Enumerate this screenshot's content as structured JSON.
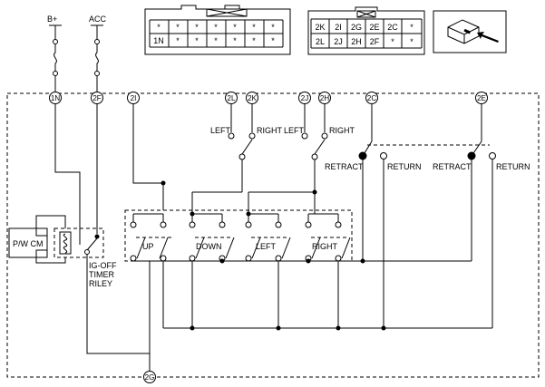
{
  "supplies": {
    "b_plus": "B+",
    "acc": "ACC"
  },
  "pins": {
    "p1N": "1N",
    "p2F": "2F",
    "p2I": "2I",
    "p2L": "2L",
    "p2K": "2K",
    "p2J": "2J",
    "p2H": "2H",
    "p2C": "2C",
    "p2E": "2E",
    "p2G": "2G"
  },
  "labels": {
    "left_a": "LEFT",
    "right_a": "RIGHT",
    "left_b": "LEFT",
    "right_b": "RIGHT",
    "retract_a": "RETRACT",
    "return_a": "RETURN",
    "retract_b": "RETRACT",
    "return_b": "RETURN",
    "up": "UP",
    "down": "DOWN",
    "left_sw": "LEFT",
    "right_sw": "RIGHT",
    "pw_cm": "P/W CM",
    "relay_line1": "IG-OFF",
    "relay_line2": "TIMER",
    "relay_line3": "RILEY"
  },
  "connector_a": {
    "row1": [
      "*",
      "*",
      "*",
      "*",
      "*",
      "*",
      "*"
    ],
    "row2": [
      "1N",
      "*",
      "*",
      "*",
      "*",
      "*",
      "*"
    ]
  },
  "connector_b": {
    "row1": [
      "2K",
      "2I",
      "2G",
      "2E",
      "2C",
      "*"
    ],
    "row2": [
      "2L",
      "2J",
      "2H",
      "2F",
      "*",
      "*"
    ]
  }
}
